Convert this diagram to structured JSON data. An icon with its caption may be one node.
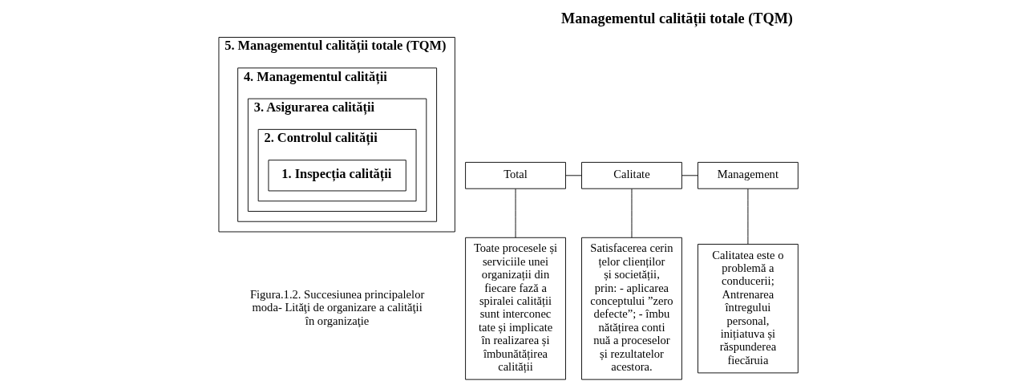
{
  "diagram": {
    "title": "Managementul calității totale (TQM)",
    "nodes": [
      {
        "text": [
          "5. Managementul calității totale (TQM)"
        ]
      },
      {
        "text": [
          "4. Managementul calității"
        ],
        "in": 0
      },
      {
        "text": [
          "3. Asigurarea calității"
        ],
        "in": 1
      },
      {
        "text": [
          "2. Controlul calității"
        ],
        "in": 2
      },
      {
        "text": [
          "1. Inspecția calității"
        ],
        "in": 3
      },
      {
        "text": [
          "Total"
        ]
      },
      {
        "text": [
          "Calitate"
        ]
      },
      {
        "text": [
          "Management"
        ]
      },
      {
        "text": [
          "Toate procesele și serviciile unei organizații din fiecare fază a spiralei calității sunt interconec tate și implicate în realizarea și îmbunătățirea calității"
        ]
      },
      {
        "text": [
          "Satisfacerea cerin țelor clienților și societății, prin: - aplicarea conceptului ”zero defecte”; - îmbu nătățirea conti nuă a proceselor și rezultatelor acestora."
        ]
      },
      {
        "text": [
          "Calitatea este o problemă a conducerii; Antrenarea întregului personal, inițiatuva și răspunderea fiecăruia"
        ]
      }
    ],
    "edges": [
      {
        "from": 5,
        "to": 6,
        "arrow": "none"
      },
      {
        "from": 6,
        "to": 7,
        "arrow": "none"
      },
      {
        "from": 5,
        "to": 8,
        "arrow": "none"
      },
      {
        "from": 6,
        "to": 9,
        "arrow": "none"
      },
      {
        "from": 7,
        "to": 10,
        "arrow": "none"
      }
    ],
    "labels": [
      "Figura.1.2. Succesiunea principalelor moda- Lităţi de organizare a calităţii în organizaţie"
    ]
  }
}
